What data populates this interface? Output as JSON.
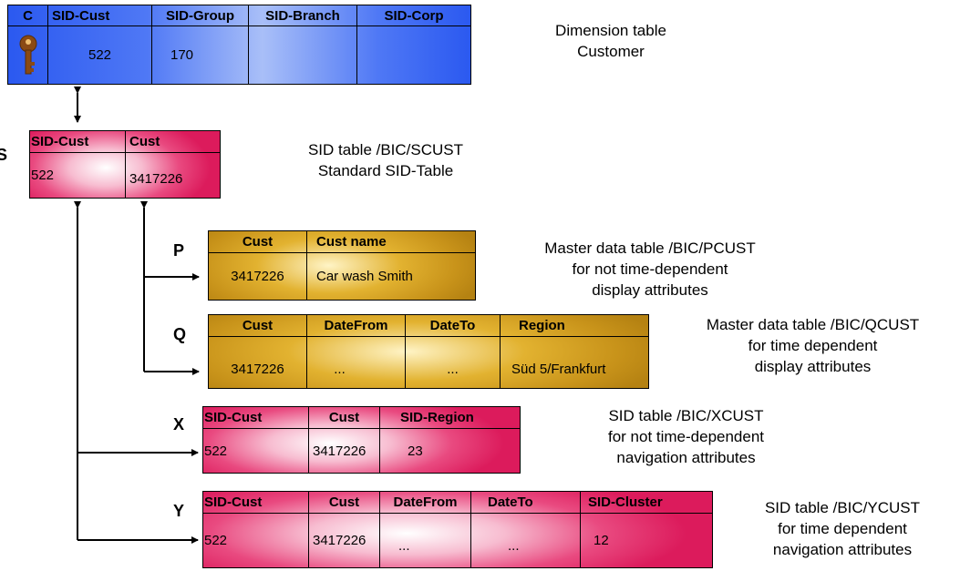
{
  "customer_table": {
    "headers": [
      "C",
      "SID-Cust",
      "SID-Group",
      "SID-Branch",
      "SID-Corp"
    ],
    "values": [
      "",
      "522",
      "170",
      "",
      ""
    ],
    "caption": [
      "Dimension table",
      "Customer"
    ]
  },
  "s_table": {
    "letter": "S",
    "headers": [
      "SID-Cust",
      "Cust"
    ],
    "values": [
      "522",
      "3417226"
    ],
    "caption": [
      "SID table /BIC/SCUST",
      "Standard SID-Table"
    ]
  },
  "p_table": {
    "letter": "P",
    "headers": [
      "Cust",
      "Cust name"
    ],
    "values": [
      "3417226",
      "Car wash Smith"
    ],
    "caption": [
      "Master data table /BIC/PCUST",
      "for not time-dependent",
      "display attributes"
    ]
  },
  "q_table": {
    "letter": "Q",
    "headers": [
      "Cust",
      "DateFrom",
      "DateTo",
      "Region"
    ],
    "values": [
      "3417226",
      "...",
      "...",
      "Süd 5/Frankfurt"
    ],
    "caption": [
      "Master data table /BIC/QCUST",
      "for time dependent",
      "display attributes"
    ]
  },
  "x_table": {
    "letter": "X",
    "headers": [
      "SID-Cust",
      "Cust",
      "SID-Region"
    ],
    "values": [
      "522",
      "3417226",
      "23"
    ],
    "caption": [
      "SID table /BIC/XCUST",
      "for not time-dependent",
      "navigation attributes"
    ]
  },
  "y_table": {
    "letter": "Y",
    "headers": [
      "SID-Cust",
      "Cust",
      "DateFrom",
      "DateTo",
      "SID-Cluster"
    ],
    "values": [
      "522",
      "3417226",
      "...",
      "...",
      "12"
    ],
    "caption": [
      "SID table /BIC/YCUST",
      "for time dependent",
      "navigation attributes"
    ]
  },
  "icons": {
    "key": "key-icon"
  },
  "colors": {
    "dimension": "#2b59f0",
    "sid": "#dc1b5c",
    "master": "#c8931a"
  }
}
